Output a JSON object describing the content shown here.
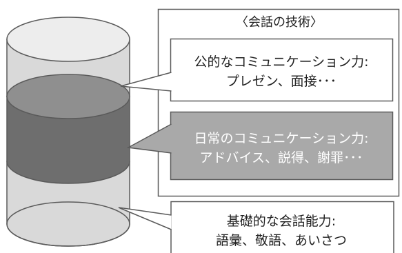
{
  "title": "〈会話の技術〉",
  "layers": [
    {
      "line1": "公的なコミュニケーション力:",
      "line2": "プレゼン、面接･･･"
    },
    {
      "line1": "日常のコミュニケーション力:",
      "line2": "アドバイス、説得、謝罪･･･"
    },
    {
      "line1": "基礎的な会話能力:",
      "line2": "語彙、敬語、あいさつ"
    }
  ],
  "colors": {
    "cylinder_light": "#d9d9d9",
    "cylinder_band": "#6e6e6e",
    "band_top": "#8f8f8f",
    "box_highlight": "#a9a9a9",
    "outline": "#5a5a5a"
  }
}
